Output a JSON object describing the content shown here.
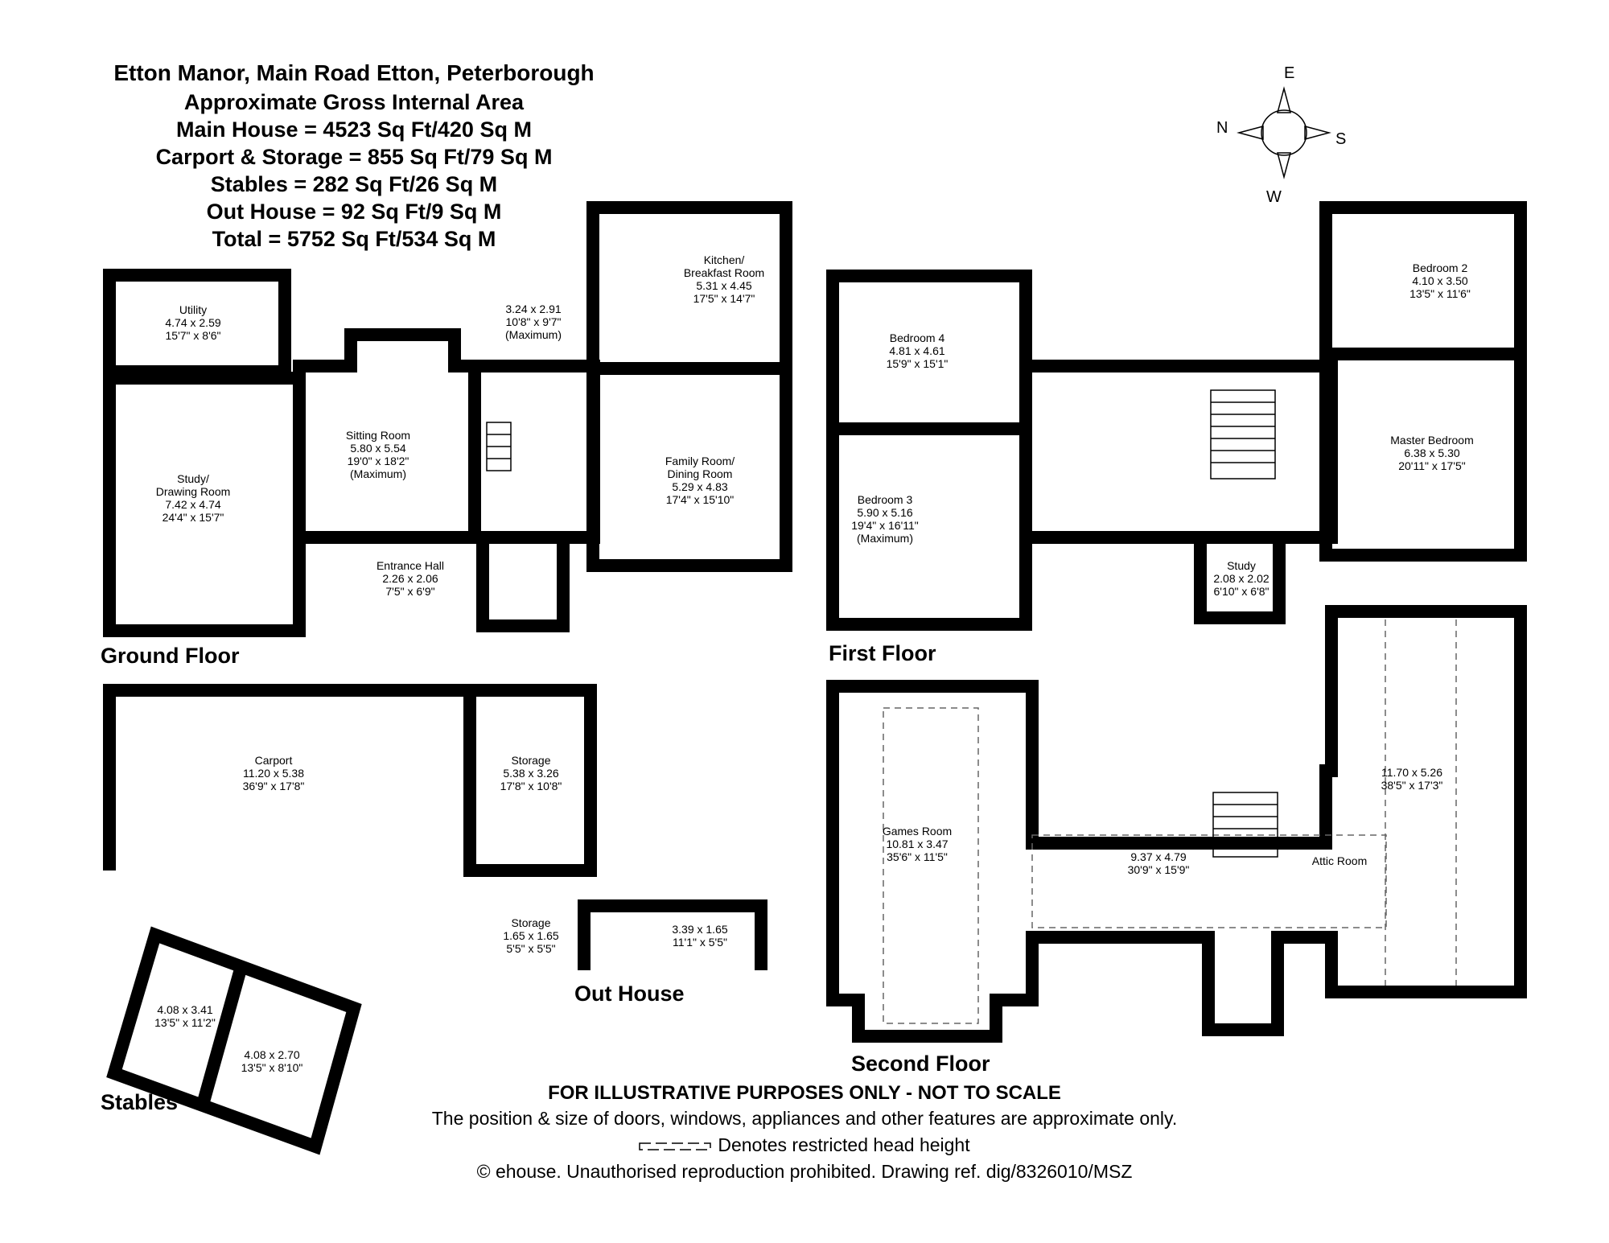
{
  "header": {
    "title": "Etton Manor, Main Road Etton, Peterborough",
    "line2": "Approximate Gross Internal Area",
    "line3": "Main House = 4523 Sq Ft/420 Sq M",
    "line4": "Carport & Storage = 855 Sq Ft/79 Sq M",
    "line5": "Stables = 282 Sq Ft/26 Sq M",
    "line6": "Out House = 92 Sq Ft/9 Sq M",
    "line7": "Total = 5752 Sq Ft/534 Sq M"
  },
  "compass": {
    "north": "N",
    "east": "E",
    "south": "S",
    "west": "W"
  },
  "floors": {
    "ground": "Ground Floor",
    "first": "First Floor",
    "second": "Second Floor",
    "outhouse": "Out House",
    "stables": "Stables"
  },
  "rooms": {
    "kitchen": [
      "Kitchen/",
      "Breakfast Room",
      "5.31 x 4.45",
      "17'5\" x 14'7\""
    ],
    "utility": [
      "Utility",
      "4.74 x 2.59",
      "15'7\" x 8'6\""
    ],
    "lobby": [
      "3.24 x 2.91",
      "10'8\" x 9'7\"",
      "(Maximum)"
    ],
    "sitting": [
      "Sitting Room",
      "5.80 x 5.54",
      "19'0\" x 18'2\"",
      "(Maximum)"
    ],
    "study_drawing": [
      "Study/",
      "Drawing Room",
      "7.42 x 4.74",
      "24'4\" x 15'7\""
    ],
    "family": [
      "Family Room/",
      "Dining Room",
      "5.29 x 4.83",
      "17'4\" x 15'10\""
    ],
    "entrance": [
      "Entrance Hall",
      "2.26 x 2.06",
      "7'5\" x 6'9\""
    ],
    "bedroom4": [
      "Bedroom 4",
      "4.81 x 4.61",
      "15'9\" x 15'1\""
    ],
    "bedroom3": [
      "Bedroom 3",
      "5.90 x 5.16",
      "19'4\" x 16'11\"",
      "(Maximum)"
    ],
    "bedroom2": [
      "Bedroom 2",
      "4.10 x 3.50",
      "13'5\" x 11'6\""
    ],
    "master": [
      "Master Bedroom",
      "6.38 x 5.30",
      "20'11\" x 17'5\""
    ],
    "study_first": [
      "Study",
      "2.08 x 2.02",
      "6'10\" x 6'8\""
    ],
    "carport": [
      "Carport",
      "11.20 x 5.38",
      "36'9\" x 17'8\""
    ],
    "storage": [
      "Storage",
      "5.38 x 3.26",
      "17'8\" x 10'8\""
    ],
    "outhouse_storage": [
      "Storage",
      "1.65 x 1.65",
      "5'5\" x 5'5\""
    ],
    "outhouse_room": [
      "3.39 x 1.65",
      "11'1\" x 5'5\""
    ],
    "games": [
      "Games Room",
      "10.81 x 3.47",
      "35'6\" x 11'5\""
    ],
    "attic_a": [
      "9.37 x 4.79",
      "30'9\" x 15'9\""
    ],
    "attic_b": [
      "11.70 x 5.26",
      "38'5\" x 17'3\""
    ],
    "attic_label": [
      "Attic Room"
    ],
    "stable1": [
      "4.08 x 3.41",
      "13'5\" x 11'2\""
    ],
    "stable2": [
      "4.08 x 2.70",
      "13'5\" x 8'10\""
    ]
  },
  "footer": {
    "disclaimer": "FOR ILLUSTRATIVE PURPOSES ONLY - NOT TO SCALE",
    "note": "The position & size of doors, windows, appliances and other features are approximate only.",
    "legend": "Denotes restricted head height",
    "copyright": "© ehouse. Unauthorised reproduction prohibited. Drawing ref. dig/8326010/MSZ"
  }
}
